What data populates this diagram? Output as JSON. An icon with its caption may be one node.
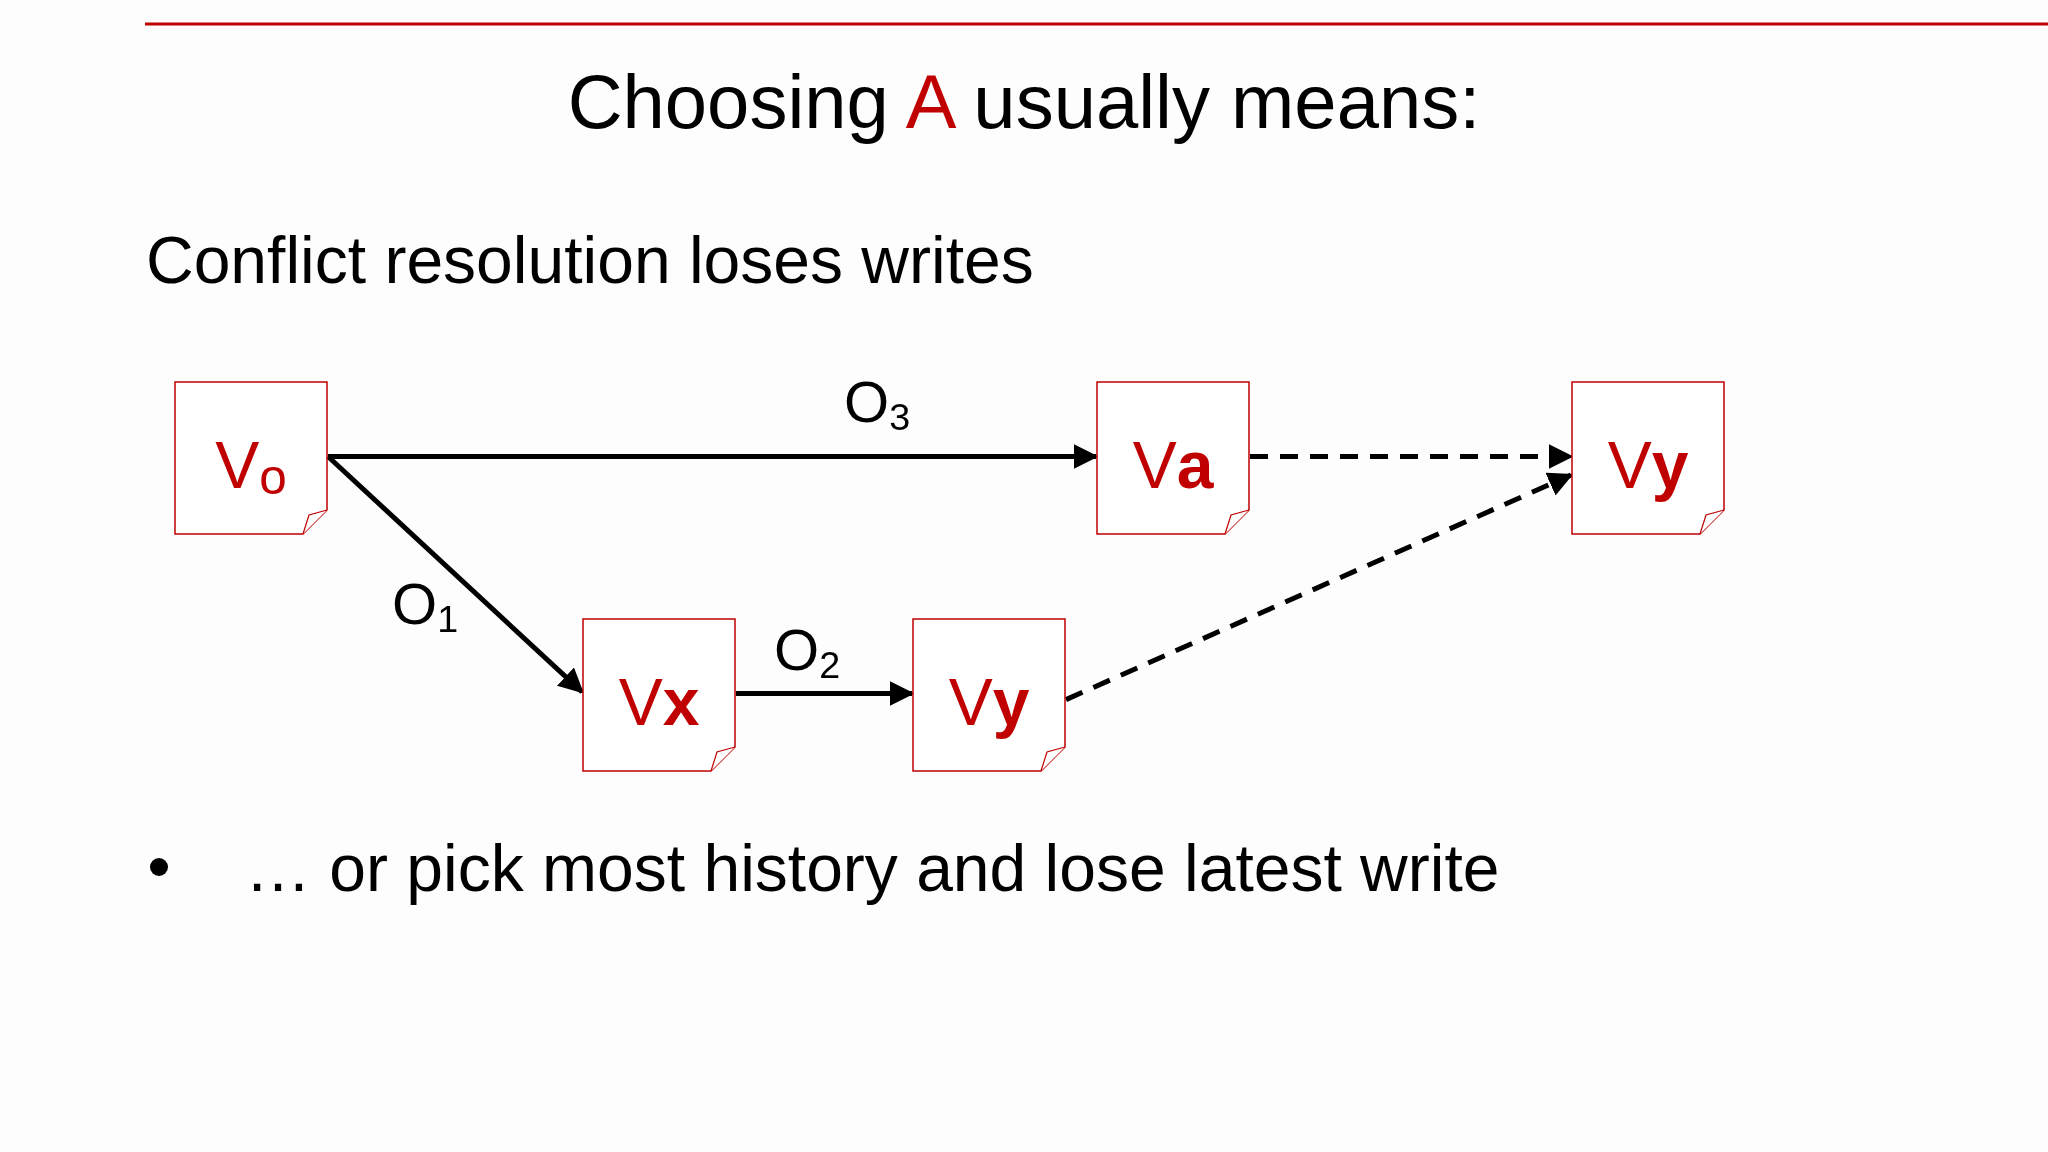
{
  "diagram": {
    "title": "Choosing A usually means:",
    "nodes": [
      {
        "text": [
          "V$_{o}$"
        ]
      },
      {
        "text": [
          "V**a**"
        ]
      },
      {
        "text": [
          "V**y**"
        ]
      },
      {
        "text": [
          "V**x**"
        ]
      },
      {
        "text": [
          "V**y**"
        ]
      }
    ],
    "edges": [
      {
        "from": 0,
        "to": 1,
        "arrow": "to",
        "label": "O$_{3}$"
      },
      {
        "from": 0,
        "to": 3,
        "arrow": "to",
        "label": "O$_{1}$"
      },
      {
        "from": 3,
        "to": 4,
        "arrow": "to",
        "label": "O$_{2}$"
      },
      {
        "from": 1,
        "to": 2,
        "arrow": "to",
        "style": "dashed"
      },
      {
        "from": 4,
        "to": 2,
        "arrow": "to",
        "style": "dashed"
      }
    ],
    "labels": [
      "Conflict resolution loses writes",
      "… or pick most history and lose latest write"
    ]
  }
}
